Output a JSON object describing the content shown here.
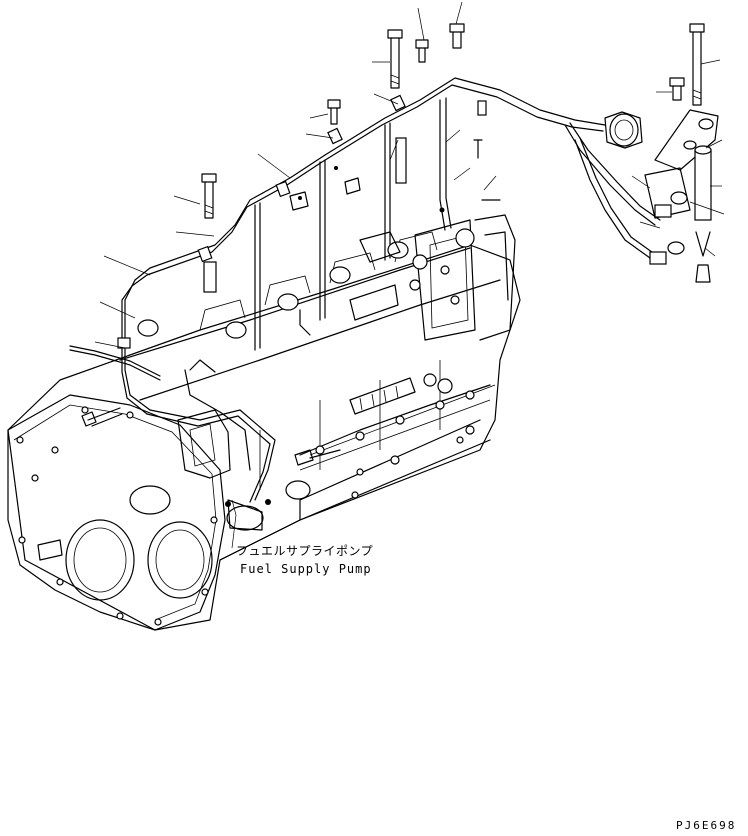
{
  "diagram": {
    "callout_label_jp": "フュエルサプライポンプ",
    "callout_label_en": "Fuel Supply Pump",
    "drawing_code": "PJ6E698"
  },
  "colors": {
    "line": "#000000",
    "background": "#ffffff"
  }
}
